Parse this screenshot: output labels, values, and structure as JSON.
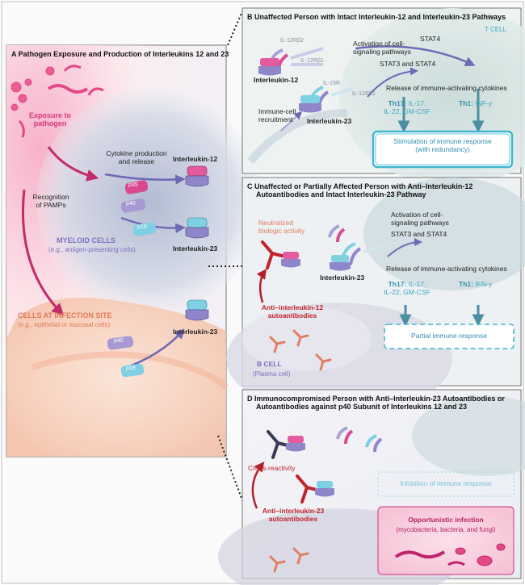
{
  "panelA": {
    "title": "A  Pathogen Exposure and Production of Interleukins 12 and 23",
    "exposure": [
      "Exposure to",
      "pathogen"
    ],
    "recognition": [
      "Recognition",
      "of PAMPs"
    ],
    "cytokine": [
      "Cytokine production",
      "and release"
    ],
    "il12": "Interleukin-12",
    "il23a": "Interleukin-23",
    "il23b": "Interleukin-23",
    "myeloid_title": "MYELOID CELLS",
    "myeloid_sub": "(e.g., antigen-presenting cells)",
    "infection_title": "CELLS AT INFECTION SITE",
    "infection_sub": "(e.g., epithelial or mucosal cells)",
    "p35": "p35",
    "p40": "p40",
    "p19": "p19"
  },
  "panelB": {
    "title": "B  Unaffected Person with Intact Interleukin-12 and Interleukin-23 Pathways",
    "tcell": "T CELL",
    "il12rb2": "IL-12Rβ2",
    "il12rb1": "IL-12Rβ1",
    "il23r": "IL-23R",
    "il12rb1b": "IL-12Rβ1",
    "activation": [
      "Activation of cell-",
      "signaling pathways"
    ],
    "stat4": "STAT4",
    "stat34": "STAT3 and STAT4",
    "il12": "Interleukin-12",
    "il23": "Interleukin-23",
    "recruit": [
      "Immune-cell",
      "recruitment"
    ],
    "release": "Release of immune-activating cytokines",
    "th17_label": "Th17:",
    "th17_text": [
      "IL-17,",
      "IL-22, GM-CSF"
    ],
    "th1_label": "Th1:",
    "th1_text": "INF-γ",
    "stim": [
      "Stimulation of immune response",
      "(with redundancy)"
    ]
  },
  "panelC": {
    "title": [
      "C  Unaffected or Partially Affected Person with Anti–Interleukin-12",
      "Autoantibodies and Intact Interleukin-23 Pathway"
    ],
    "neutralized": [
      "Neutralized",
      "biologic activity"
    ],
    "activation": [
      "Activation of cell-",
      "signaling pathways"
    ],
    "stat34": "STAT3 and STAT4",
    "il23": "Interleukin-23",
    "release": "Release of immune-activating cytokines",
    "th17_label": "Th17:",
    "th17_text": [
      "IL-17,",
      "IL-22, GM-CSF"
    ],
    "th1_label": "Th1:",
    "th1_text": "IFN-γ",
    "auto": [
      "Anti–interleukin-12",
      "autoantibodies"
    ],
    "partial": "Partial immune response",
    "bcell": "B CELL",
    "plasma": "(Plasma cell)"
  },
  "panelD": {
    "title": [
      "D  Immunocompromised Person with Anti–Interleukin-23 Autoantibodies or",
      "Autoantibodies against p40 Subunit of Interleukins 12 and 23"
    ],
    "cross": "Cross-reactivity",
    "auto": [
      "Anti–interleukin-23",
      "autoantibodies"
    ],
    "inhibition": "Inhibition of immune response",
    "opportunistic": "Opportunistic infection",
    "opp_sub": "(mycobacteria, bacteria, and fungi)"
  }
}
